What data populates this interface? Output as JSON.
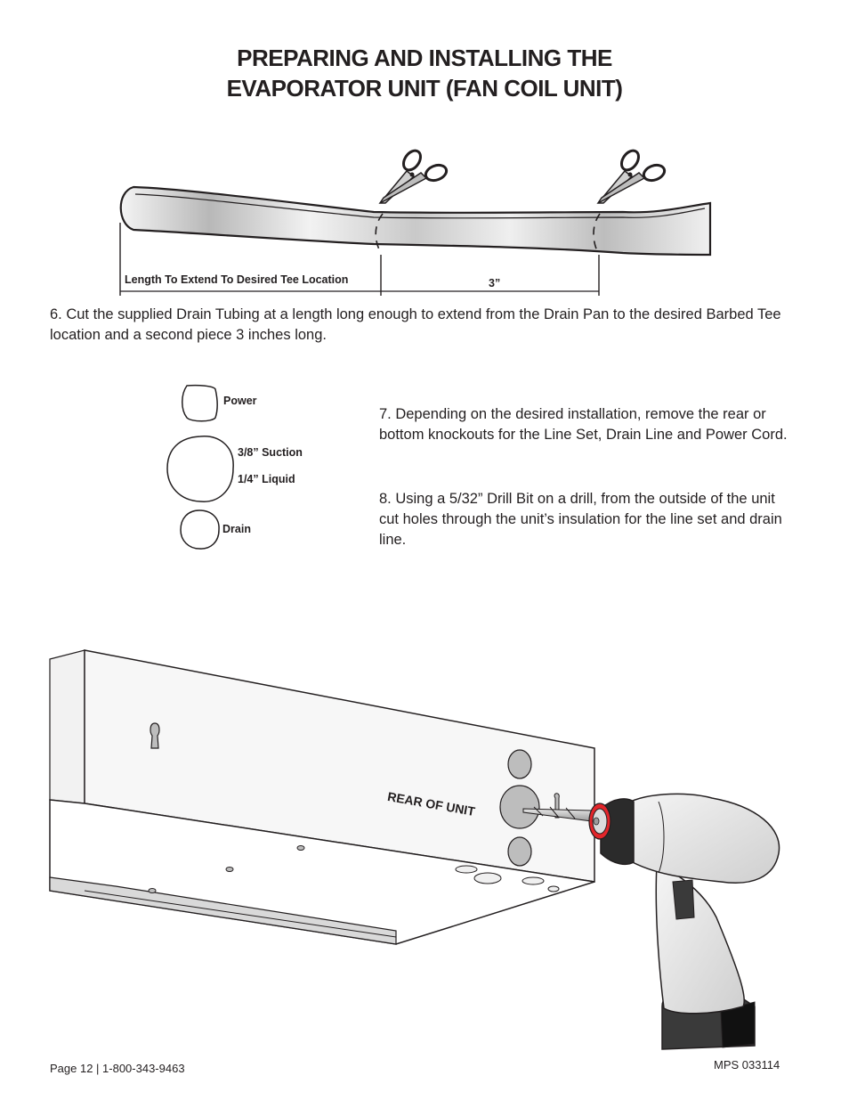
{
  "title": {
    "line1": "PREPARING AND INSTALLING THE",
    "line2": "EVAPORATOR UNIT (FAN COIL UNIT)"
  },
  "tubing_diagram": {
    "length_label": "Length To Extend To Desired Tee Location",
    "piece_label": "3”"
  },
  "steps": {
    "step6": "6. Cut the supplied Drain Tubing at a length long enough to extend from the Drain Pan to the desired Barbed Tee location and a second piece 3 inches long.",
    "step7": "7. Depending on the desired installation, remove the rear or bottom knockouts for the Line Set, Drain Line and Power Cord.",
    "step8": "8. Using a 5/32” Drill Bit on a drill, from the outside of the unit cut holes through the unit’s insulation for the line set and drain line."
  },
  "knockouts": {
    "power": "Power",
    "suction": "3/8” Suction",
    "liquid": "1/4” Liquid",
    "drain": "Drain"
  },
  "unit_diagram": {
    "rear_label": "REAR OF UNIT",
    "chuck_color": "#e3262b"
  },
  "footer": {
    "left": "Page 12 | 1-800-343-9463",
    "right": "MPS 033114"
  }
}
